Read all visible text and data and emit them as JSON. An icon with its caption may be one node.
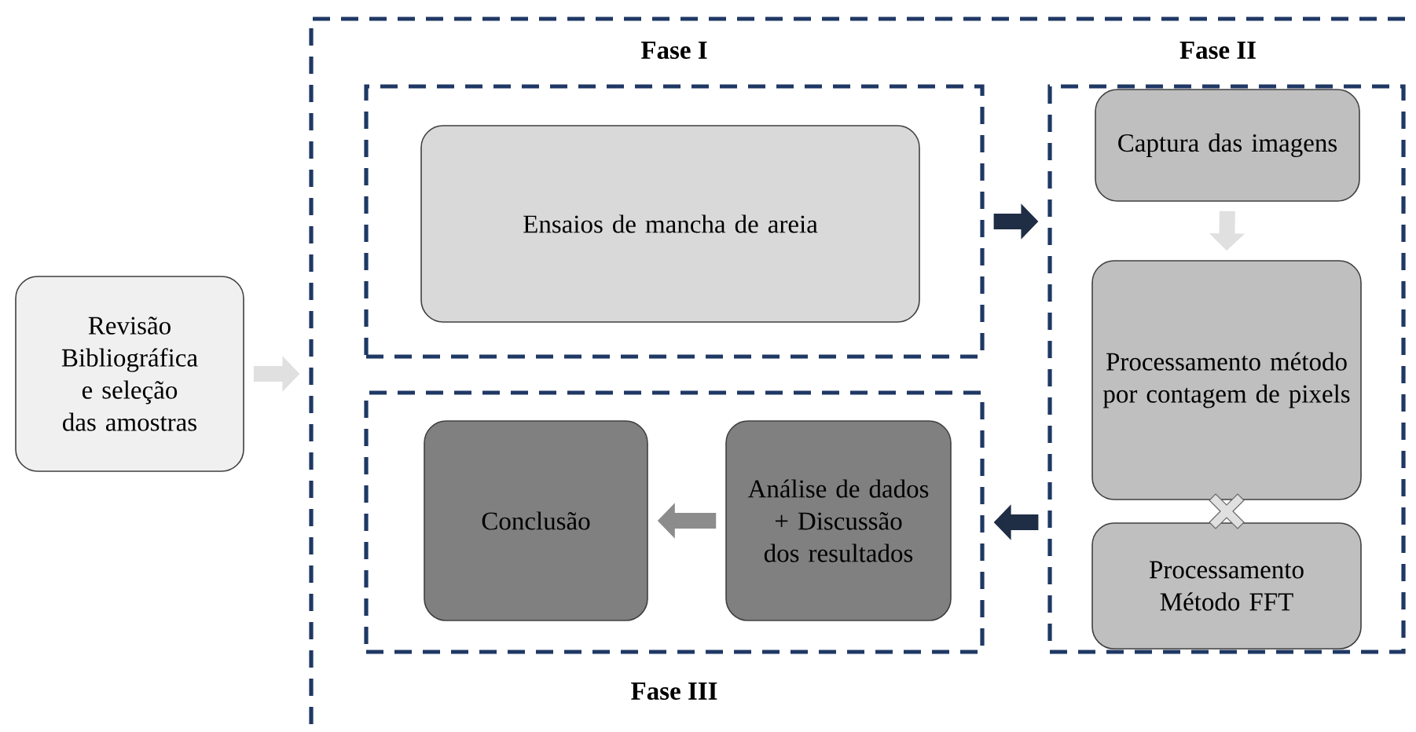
{
  "diagram": {
    "nodes": [
      {
        "text": [
          "Revisão Bibliográfica e seleção das amostras"
        ]
      },
      {
        "text": [],
        "shape": "box"
      },
      {
        "text": [
          "Fase I"
        ],
        "in": 1
      },
      {
        "text": [
          "Ensaios de mancha de areia"
        ],
        "in": 2
      },
      {
        "text": [
          "Fase II"
        ],
        "in": 1
      },
      {
        "text": [
          "Captura das imagens"
        ],
        "in": 4
      },
      {
        "text": [
          "Processamento método por contagem de pixels"
        ],
        "in": 4
      },
      {
        "text": [
          "Processamento Método FFT"
        ],
        "in": 4
      },
      {
        "text": [
          "Fase III"
        ],
        "in": 1
      },
      {
        "text": [
          "Análise de dados + Discussão dos resultados"
        ],
        "in": 8
      },
      {
        "text": [
          "Conclusão"
        ],
        "in": 8
      }
    ],
    "edges": [
      {
        "from": 0,
        "to": 1,
        "arrow": "to"
      },
      {
        "from": 2,
        "to": 4,
        "arrow": "to",
        "color": "#1f2d45"
      },
      {
        "from": 5,
        "to": 6,
        "arrow": "to"
      },
      {
        "from": 6,
        "to": 7,
        "arrow": "other"
      },
      {
        "from": 4,
        "to": 8,
        "arrow": "to",
        "color": "#1f2d45"
      },
      {
        "from": 9,
        "to": 10,
        "arrow": "to",
        "color": "#8c8c8c"
      }
    ]
  }
}
